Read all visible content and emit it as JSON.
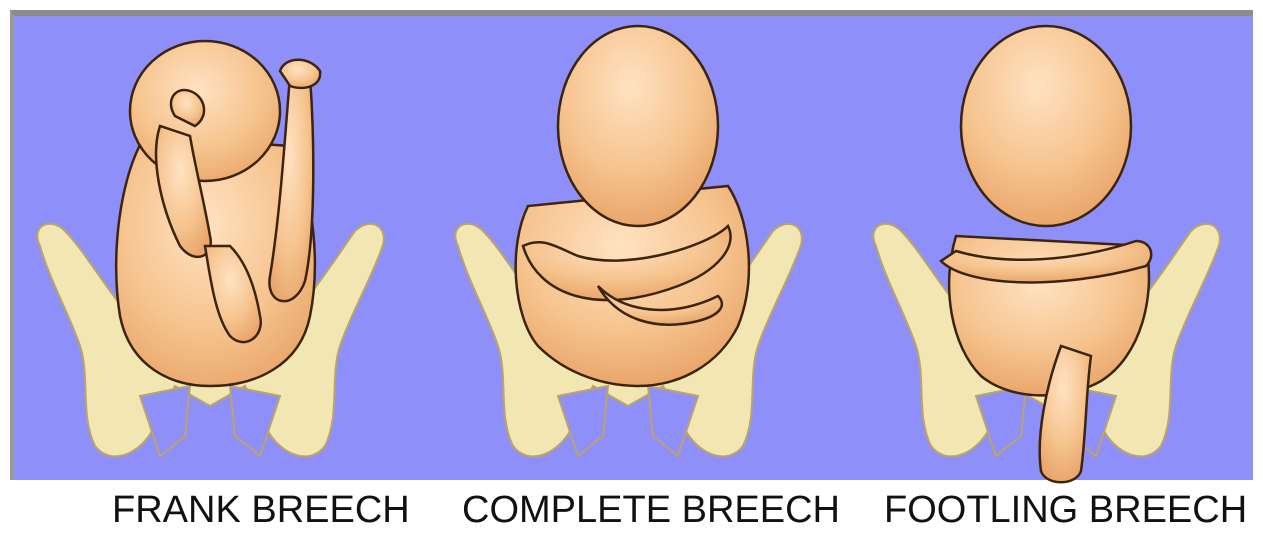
{
  "colors": {
    "background": "#8f8ff9",
    "skin": "#f6c48f",
    "skin_shadow": "#e9a66b",
    "outline": "#3b2410",
    "pelvis": "#f2e6b3"
  },
  "illustrations": [
    {
      "id": "frank",
      "caption": "FRANK BREECH"
    },
    {
      "id": "complete",
      "caption": "COMPLETE BREECH"
    },
    {
      "id": "footling",
      "caption": "FOOTLING BREECH"
    }
  ]
}
